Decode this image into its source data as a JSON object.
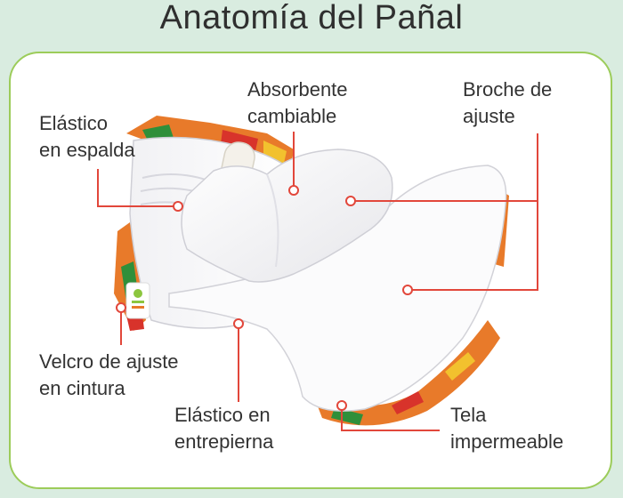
{
  "title": "Anatomía del Pañal",
  "colors": {
    "background": "#d9ece0",
    "card_border": "#9ccc5a",
    "callout_line": "#e2473b",
    "text": "#333333"
  },
  "labels": {
    "absorbente": [
      "Absorbente",
      "cambiable"
    ],
    "broche": [
      "Broche de",
      "ajuste"
    ],
    "elastico_espalda": [
      "Elástico",
      "en espalda"
    ],
    "velcro": [
      "Velcro de ajuste",
      "en cintura"
    ],
    "elastico_entrepierna": [
      "Elástico en",
      "entrepierna"
    ],
    "tela": [
      "Tela",
      "impermeable"
    ]
  }
}
